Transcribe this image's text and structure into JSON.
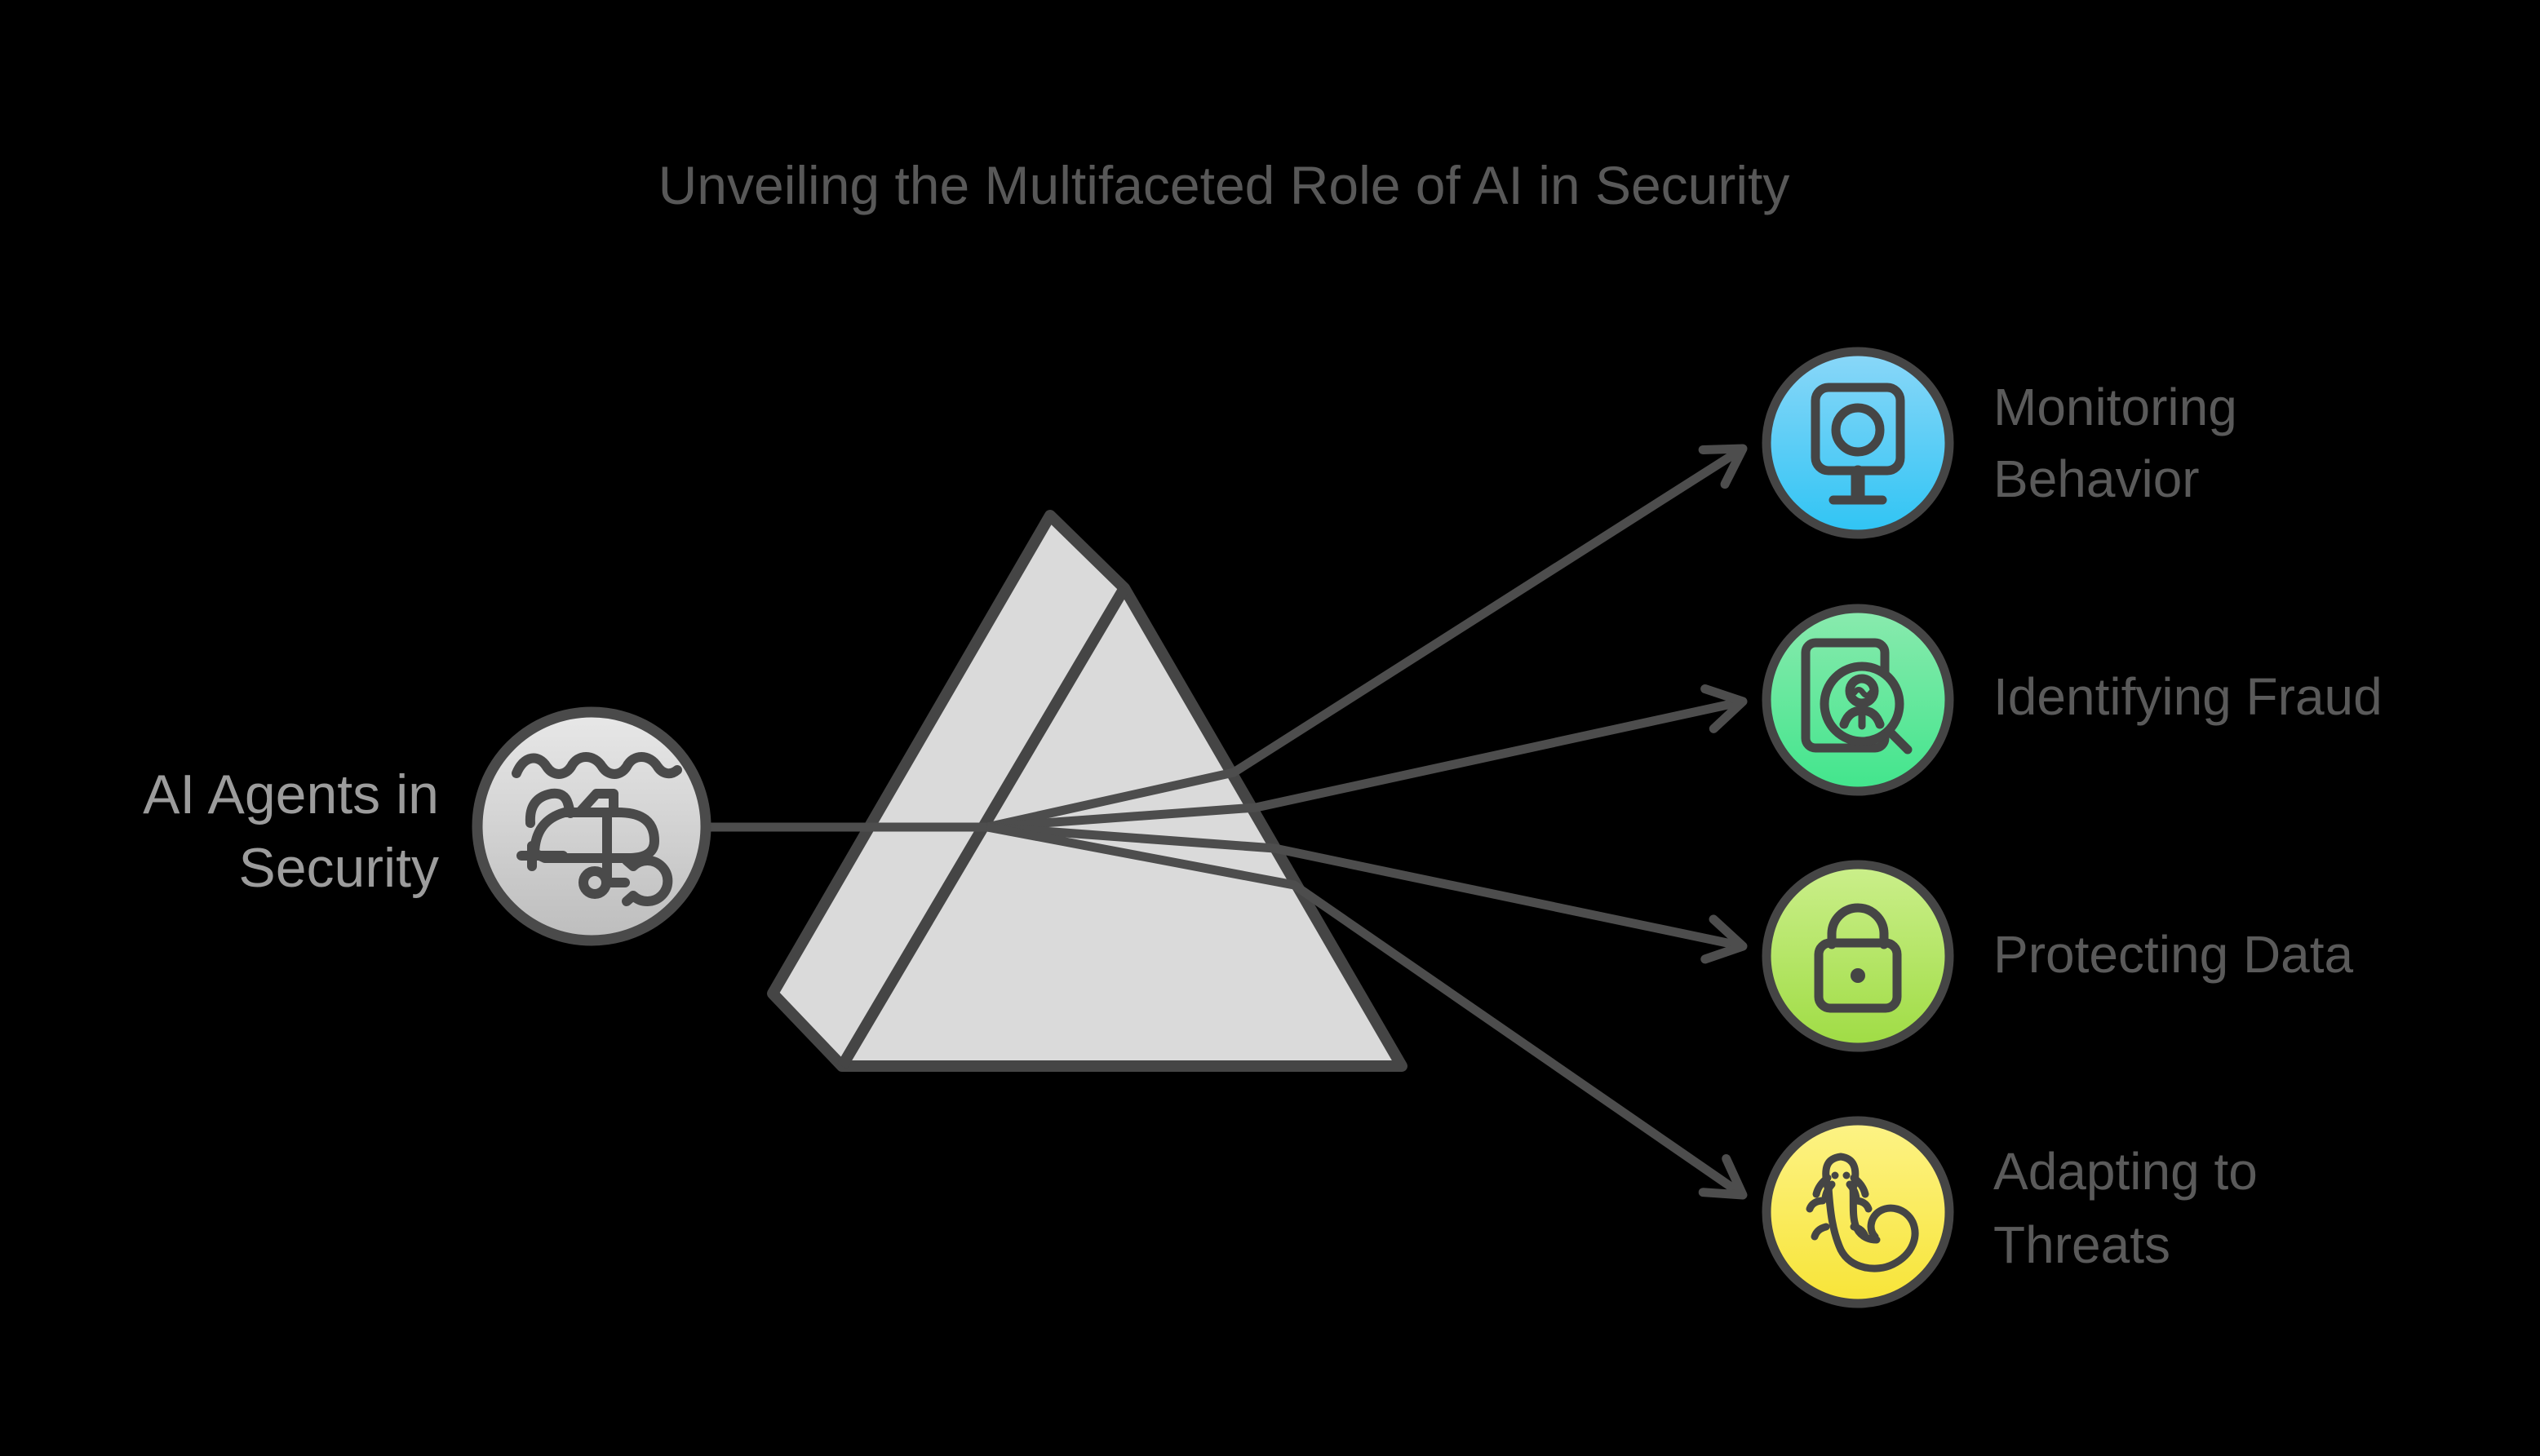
{
  "title": "Unveiling the Multifaceted Role of AI in Security",
  "background_color": "#000000",
  "source": {
    "label_lines": [
      "AI Agents in",
      "Security"
    ],
    "icon": "submarine-explorer-icon",
    "circle_color_top": "#e8e8e8",
    "circle_color_bottom": "#bdbdbd"
  },
  "prism": {
    "fill_color": "#dadada",
    "stroke_color": "#454545"
  },
  "ray_color": "#4d4d4d",
  "outputs": [
    {
      "id": "monitoring-behavior",
      "label_lines": [
        "Monitoring",
        "Behavior"
      ],
      "icon": "monitor-camera-icon",
      "color_top": "#8ad7f8",
      "color_bottom": "#2fc4f4"
    },
    {
      "id": "identifying-fraud",
      "label_lines": [
        "Identifying Fraud"
      ],
      "icon": "fraud-magnifier-icon",
      "color_top": "#8aeaae",
      "color_bottom": "#41e58c"
    },
    {
      "id": "protecting-data",
      "label_lines": [
        "Protecting Data"
      ],
      "icon": "lock-icon",
      "color_top": "#cbef8b",
      "color_bottom": "#9fdc44"
    },
    {
      "id": "adapting-to-threats",
      "label_lines": [
        "Adapting to",
        "Threats"
      ],
      "icon": "salamander-icon",
      "color_top": "#fdf386",
      "color_bottom": "#f7e437"
    }
  ]
}
